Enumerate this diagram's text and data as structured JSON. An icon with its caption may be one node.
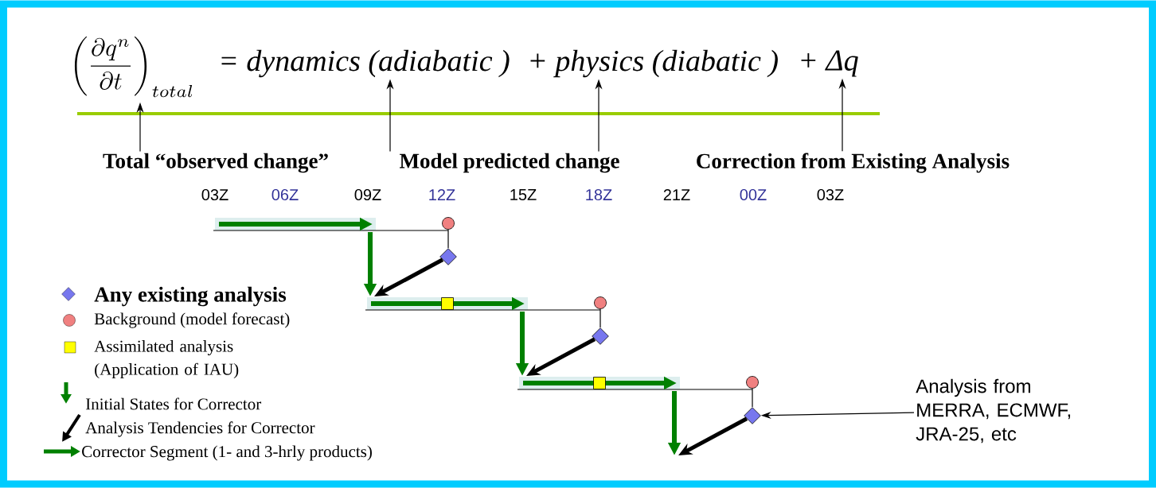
{
  "diagram": {
    "nodes": [
      {
        "text": [
          "\\left(\\frac{\\partial q^{n}}{\\partial t}\\right)_{total}"
        ]
      },
      {
        "text": [
          "= dynamics (adiabatic )"
        ]
      },
      {
        "text": [
          "+ physics (diabatic )"
        ]
      },
      {
        "text": [
          "+ Δq"
        ]
      },
      {
        "text": [
          "Total “observed change”"
        ]
      },
      {
        "text": [
          "Model predicted change"
        ]
      },
      {
        "text": [
          "Correction from Existing Analysis"
        ]
      },
      {
        "text": [],
        "shape": "circle"
      },
      {
        "text": [],
        "shape": "circle"
      },
      {
        "text": [],
        "shape": "circle"
      },
      {
        "text": [],
        "shape": "diamond"
      },
      {
        "text": [],
        "shape": "diamond"
      },
      {
        "text": [],
        "shape": "diamond"
      },
      {
        "text": [],
        "shape": "box"
      },
      {
        "text": [],
        "shape": "box"
      },
      {
        "text": [
          "Analysis from MERRA, ECMWF, JRA-25, etc"
        ]
      }
    ],
    "edges": [
      {
        "from": 4,
        "to": 0,
        "arrow": "to"
      },
      {
        "from": 5,
        "to": 1,
        "arrow": "to"
      },
      {
        "from": 5,
        "to": 2,
        "arrow": "to"
      },
      {
        "from": 6,
        "to": 3,
        "arrow": "to"
      },
      {
        "from": 7,
        "to": 10,
        "arrow": "none"
      },
      {
        "from": 8,
        "to": 11,
        "arrow": "none"
      },
      {
        "from": 9,
        "to": 12,
        "arrow": "none"
      },
      {
        "from": 10,
        "to": null,
        "arrow": "to",
        "style": "thick"
      },
      {
        "from": 11,
        "to": null,
        "arrow": "to",
        "style": "thick"
      },
      {
        "from": 12,
        "to": null,
        "arrow": "to",
        "style": "thick"
      },
      {
        "from": 15,
        "to": 12,
        "arrow": "to"
      }
    ],
    "labels": [
      "03Z",
      "06Z",
      "09Z",
      "12Z",
      "15Z",
      "18Z",
      "21Z",
      "00Z",
      "03Z"
    ],
    "legend": [
      {
        "text": "Any existing analysis"
      },
      {
        "text": "Background (model forecast)"
      },
      {
        "text": "Assimilated analysis (Application of IAU)"
      },
      {
        "text": "Initial States for Corrector"
      },
      {
        "text": "Analysis Tendencies for Corrector"
      },
      {
        "text": "Corrector Segment (1- and 3-hrly products)"
      }
    ]
  }
}
